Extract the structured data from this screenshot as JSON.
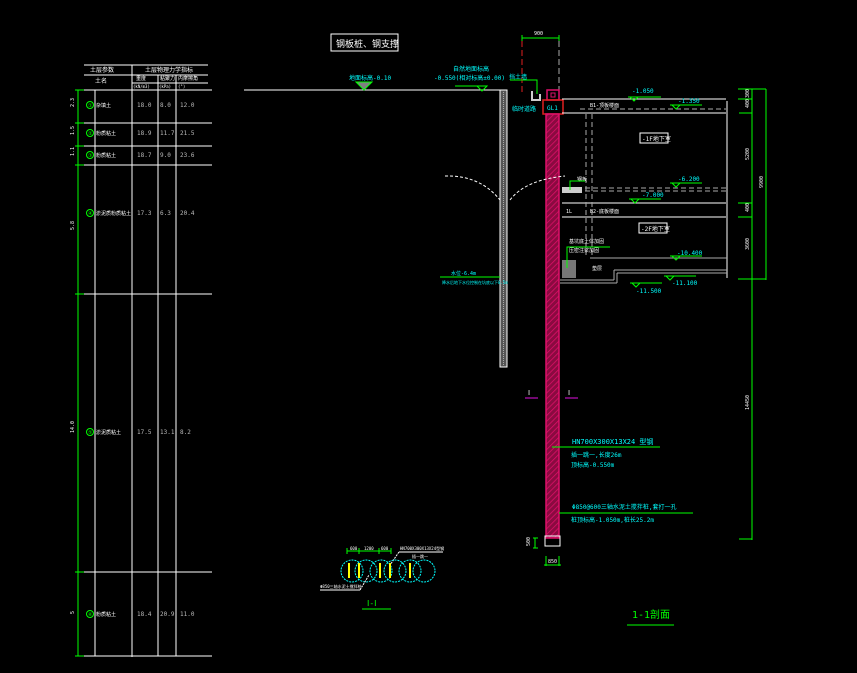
{
  "drawing": {
    "title_box": "钢板桩、钢支撑",
    "section_title": "1-1剖面",
    "detail_title": "Ⅰ-Ⅰ",
    "colors": {
      "background": "#000000",
      "line_white": "#ffffff",
      "dimension_green": "#00ff00",
      "text_cyan": "#00ffff",
      "wall_magenta": "#e0106a",
      "hidden_gray": "#c8c8c8",
      "pile_yellow": "#ffff00"
    }
  },
  "soil_table": {
    "header_left": "土层参数",
    "header_right": "土层物理力学指标",
    "sub_left": "土名",
    "columns": [
      "重度",
      "粘聚力",
      "内摩擦角"
    ],
    "units": [
      "(kN/m3)",
      "(kPa)",
      "(°)"
    ],
    "rows": [
      {
        "thickness": "2.3",
        "id": "①",
        "name": "杂填土",
        "gamma": "18.0",
        "c": "8.0",
        "phi": "12.0"
      },
      {
        "thickness": "1.5",
        "id": "②",
        "name": "粉质粘土",
        "gamma": "18.9",
        "c": "11.7",
        "phi": "21.5"
      },
      {
        "thickness": "1.1",
        "id": "③",
        "name": "粉质粘土",
        "gamma": "18.7",
        "c": "9.0",
        "phi": "23.6"
      },
      {
        "thickness": "5.8",
        "id": "④",
        "name": "淤泥质粉质粘土",
        "gamma": "17.3",
        "c": "6.3",
        "phi": "20.4"
      },
      {
        "thickness": "14.0",
        "id": "⑤",
        "name": "淤泥质粘土",
        "gamma": "17.5",
        "c": "13.1",
        "phi": "8.2"
      },
      {
        "thickness": "5",
        "id": "⑥",
        "name": "粉质粘土",
        "gamma": "18.4",
        "c": "20.9",
        "phi": "11.0"
      }
    ]
  },
  "elevations": {
    "ground": "地面标高-0.10",
    "natural_ground_label": "自然地面标高",
    "natural_ground": "-0.550(相对标高±0.00)",
    "top_left_label": "挡土墙",
    "left_label2": "临时道路",
    "e1": "-1.050",
    "e2": "-1.350",
    "e3": "-6.200",
    "e4": "-7.000",
    "e5": "-10.400",
    "e6": "-11.100",
    "e7": "-11.500",
    "water": "水位-6.4m",
    "water_note": "降水后地下水位控制在坑底以下0.5m"
  },
  "structure_labels": {
    "beam": "GL1",
    "slab1": "B1-顶板楼面",
    "floor1": "-1F地下室",
    "slab2": "B2-底板楼面",
    "floor2": "-2F地下室",
    "bottom_note1": "基坑底土体加固",
    "bottom_note2": "压密注浆加固",
    "cushion": "垫层",
    "top_dim": "900",
    "pile_spec1": "HN700X300X13X24 型钢",
    "pile_spec2": "插一跳一,长度26m",
    "pile_spec3": "顶标高-0.550m",
    "mixing_spec1": "Φ850@600三轴水泥土搅拌桩,套打一孔",
    "mixing_spec2": "桩顶标高-1.050m,桩长25.2m",
    "bottom_dim1": "500",
    "bottom_dim2": "850",
    "cut_marker": "Ⅰ"
  },
  "right_dims": [
    "300",
    "400",
    "5200",
    "400",
    "3600",
    "14450"
  ],
  "right_dim_total": "9900",
  "detail": {
    "dims": [
      "600",
      "1200",
      "600"
    ],
    "label_top": "HN700X300X13X24型钢",
    "label_top2": "插一跳一",
    "label_left": "Φ850三轴水泥土搅拌桩"
  }
}
